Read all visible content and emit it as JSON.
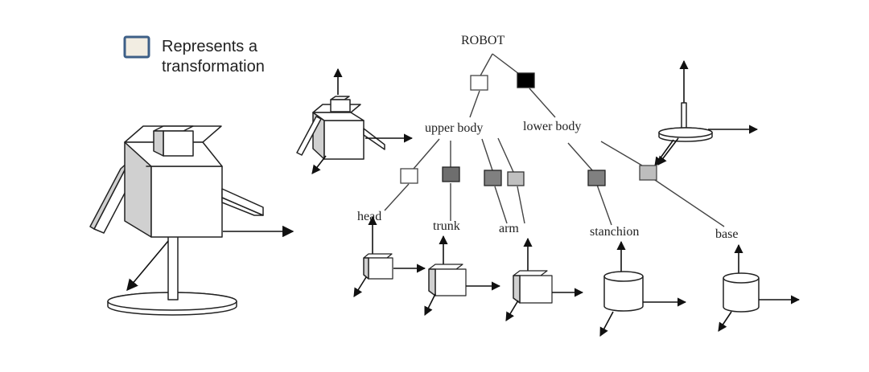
{
  "legend": {
    "line1": "Represents a",
    "line2": "transformation",
    "box_color": "#f2ede2",
    "box_border": "#3d5f87"
  },
  "tree": {
    "root": "ROBOT",
    "nodes": {
      "upper_body": "upper body",
      "lower_body": "lower body",
      "head": "head",
      "trunk": "trunk",
      "arm": "arm",
      "stanchion": "stanchion",
      "base": "base"
    },
    "transform_colors": {
      "white": "#ffffff",
      "black": "#000000",
      "dark_gray": "#808080",
      "light_gray": "#c0c0c0"
    }
  },
  "icons": {
    "robot_large": "robot-3d-model-icon",
    "robot_small": "robot-upper-body-icon",
    "lower_body_model": "stanchion-base-model-icon",
    "head_model": "cube-icon",
    "trunk_model": "cube-icon",
    "arm_model": "cube-icon",
    "stanchion_model": "cylinder-icon",
    "base_model": "cylinder-icon"
  }
}
